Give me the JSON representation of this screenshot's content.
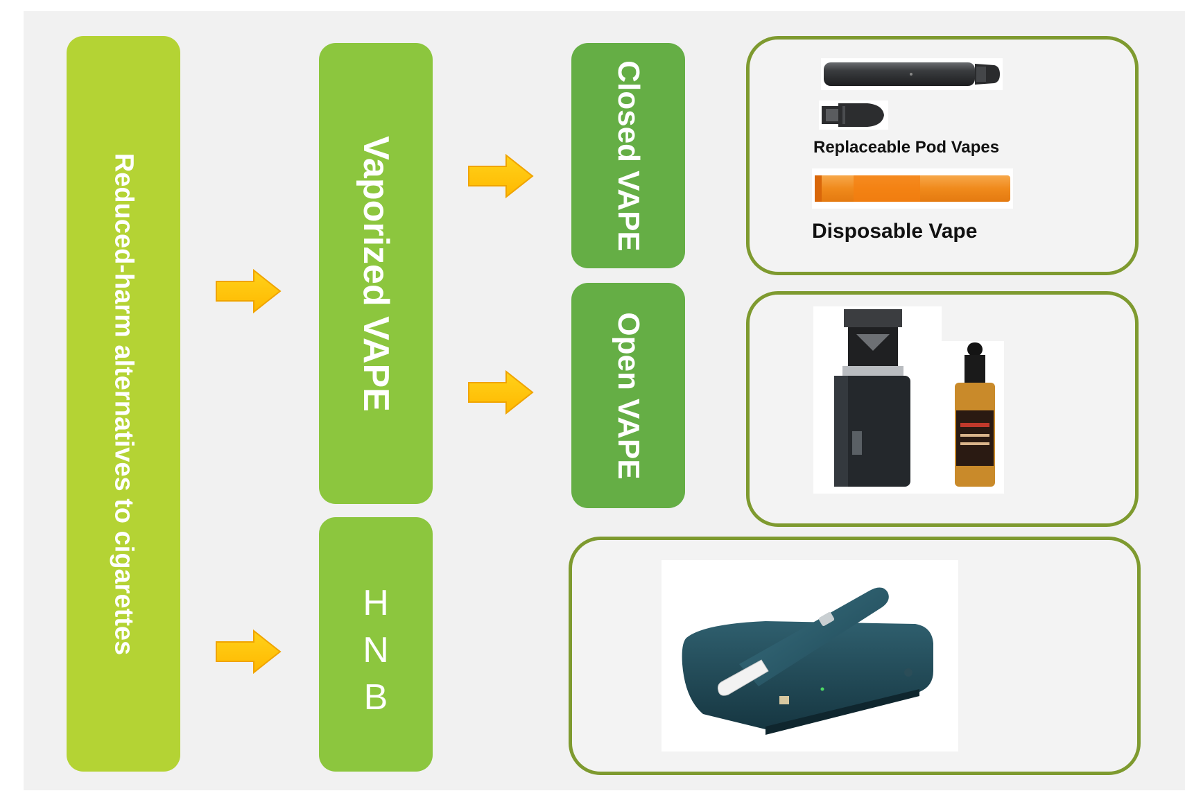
{
  "diagram": {
    "root": {
      "label": "Reduced-harm alternatives to cigarettes"
    },
    "vaporized": {
      "label": "Vaporized VAPE"
    },
    "hnb": {
      "letters": [
        "H",
        "N",
        "B"
      ]
    },
    "closed": {
      "label": "Closed VAPE"
    },
    "open": {
      "label": "Open VAPE"
    },
    "closed_examples": {
      "pod_label": "Replaceable Pod Vapes",
      "disposable_label": "Disposable Vape"
    }
  },
  "colors": {
    "root_box": "#b4d334",
    "level2_box": "#8cc63e",
    "level3_box": "#65ae45",
    "arrow": "#ffc20e",
    "frame_border": "#7e9a2f",
    "background": "#f1f1f1"
  },
  "icons": {
    "arrow": "right-arrow-icon",
    "pod_device": "pod-vape-pen-image",
    "pod_cartridge": "pod-cartridge-image",
    "disposable": "disposable-vape-image",
    "box_mod": "box-mod-vape-image",
    "e_liquid": "e-liquid-bottle-image",
    "hnb_device": "heat-not-burn-device-image"
  }
}
